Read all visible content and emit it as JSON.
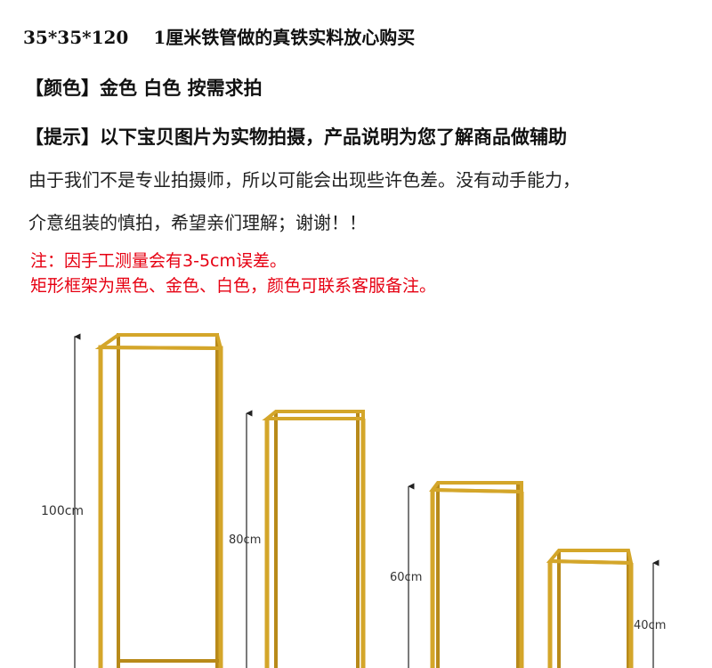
{
  "header": {
    "size": "35*35*120",
    "material": "1厘米铁管做的真铁实料放心购买"
  },
  "color_line": "【颜色】金色 白色 按需求拍",
  "tip_heading": "【提示】以下宝贝图片为实物拍摄，产品说明为您了解商品做辅助",
  "tip_line_1": "由于我们不是专业拍摄师，所以可能会出现些许色差。没有动手能力，",
  "tip_line_2": "介意组装的慎拍，希望亲们理解；谢谢！！",
  "note_line_1": "注：因手工测量会有3-5cm误差。",
  "note_line_2": "矩形框架为黑色、金色、白色，颜色可联系客服备注。",
  "frames": [
    {
      "height_label": "100cm"
    },
    {
      "height_label": "80cm"
    },
    {
      "height_label": "60cm"
    },
    {
      "height_label": "40cm"
    }
  ],
  "colors": {
    "frame_gold": "#d4a62a",
    "frame_gold_dark": "#b88a1a",
    "note_red": "#e60012"
  }
}
